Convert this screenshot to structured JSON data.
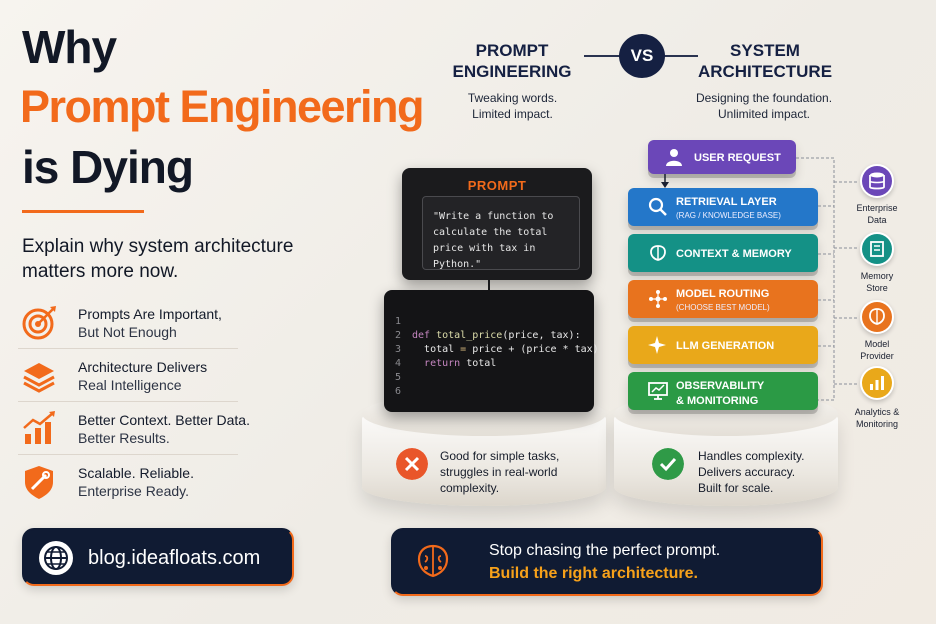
{
  "title": {
    "line1": "Why",
    "line2": "Prompt Engineering",
    "line3": "is Dying"
  },
  "subhead": "Explain why system architecture matters more now.",
  "features": [
    {
      "icon": "target-icon",
      "title": "Prompts Are Important,",
      "subtitle": "But Not Enough"
    },
    {
      "icon": "layers-icon",
      "title": "Architecture Delivers",
      "subtitle": "Real Intelligence"
    },
    {
      "icon": "growth-chart-icon",
      "title": "Better Context. Better Data.",
      "subtitle": "Better Results."
    },
    {
      "icon": "shield-tools-icon",
      "title": "Scalable. Reliable.",
      "subtitle": "Enterprise Ready."
    }
  ],
  "blog_url": "blog.ideafloats.com",
  "comparison": {
    "left_title_1": "PROMPT",
    "left_title_2": "ENGINEERING",
    "left_sub_1": "Tweaking words.",
    "left_sub_2": "Limited impact.",
    "vs": "VS",
    "right_title_1": "SYSTEM",
    "right_title_2": "ARCHITECTURE",
    "right_sub_1": "Designing the foundation.",
    "right_sub_2": "Unlimited impact."
  },
  "prompt_card": {
    "label": "PROMPT",
    "text": "\"Write a function to calculate the total price with tax in Python.\""
  },
  "code": {
    "line_numbers": [
      "1",
      "2",
      "3",
      "4",
      "5",
      "6"
    ],
    "line2_kw": "def",
    "line2_fn": "total_price",
    "line2_rest": "(price, tax):",
    "line3_a": "total",
    "line3_op": " = ",
    "line3_b": "price + (price * tax)",
    "line4_kw": "return",
    "line4_rest": " total"
  },
  "left_outcome": {
    "line1": "Good for simple tasks,",
    "line2": "struggles in real-world",
    "line3": "complexity."
  },
  "right_outcome": {
    "line1": "Handles complexity.",
    "line2": "Delivers accuracy.",
    "line3": "Built for scale."
  },
  "layers": [
    {
      "label": "USER REQUEST",
      "sub": "",
      "color": "#6b47b8",
      "icon": "user-icon"
    },
    {
      "label": "RETRIEVAL LAYER",
      "sub": "(RAG / KNOWLEDGE BASE)",
      "color": "#2477c9",
      "icon": "search-icon"
    },
    {
      "label": "CONTEXT & MEMORY",
      "sub": "",
      "color": "#149186",
      "icon": "brain-icon"
    },
    {
      "label": "MODEL ROUTING",
      "sub": "(CHOOSE BEST MODEL)",
      "color": "#e8731e",
      "icon": "routing-icon"
    },
    {
      "label": "LLM GENERATION",
      "sub": "",
      "color": "#e9a81a",
      "icon": "sparkle-icon"
    },
    {
      "label": "OBSERVABILITY",
      "sub": "& MONITORING",
      "color": "#2b9a45",
      "icon": "monitor-chart-icon"
    }
  ],
  "side_nodes": [
    {
      "label1": "Enterprise",
      "label2": "Data",
      "color": "#6b47b8",
      "icon": "database-icon"
    },
    {
      "label1": "Memory",
      "label2": "Store",
      "color": "#149186",
      "icon": "memory-icon"
    },
    {
      "label1": "Model",
      "label2": "Provider",
      "color": "#e8731e",
      "icon": "brain-icon"
    },
    {
      "label1": "Analytics &",
      "label2": "Monitoring",
      "color": "#e9a81a",
      "icon": "bar-chart-icon"
    }
  ],
  "cta": {
    "line1": "Stop chasing the perfect prompt.",
    "line2": "Build the right architecture."
  },
  "colors": {
    "accent": "#f26a1b",
    "navy": "#101b33",
    "gold": "#f7a11a"
  }
}
